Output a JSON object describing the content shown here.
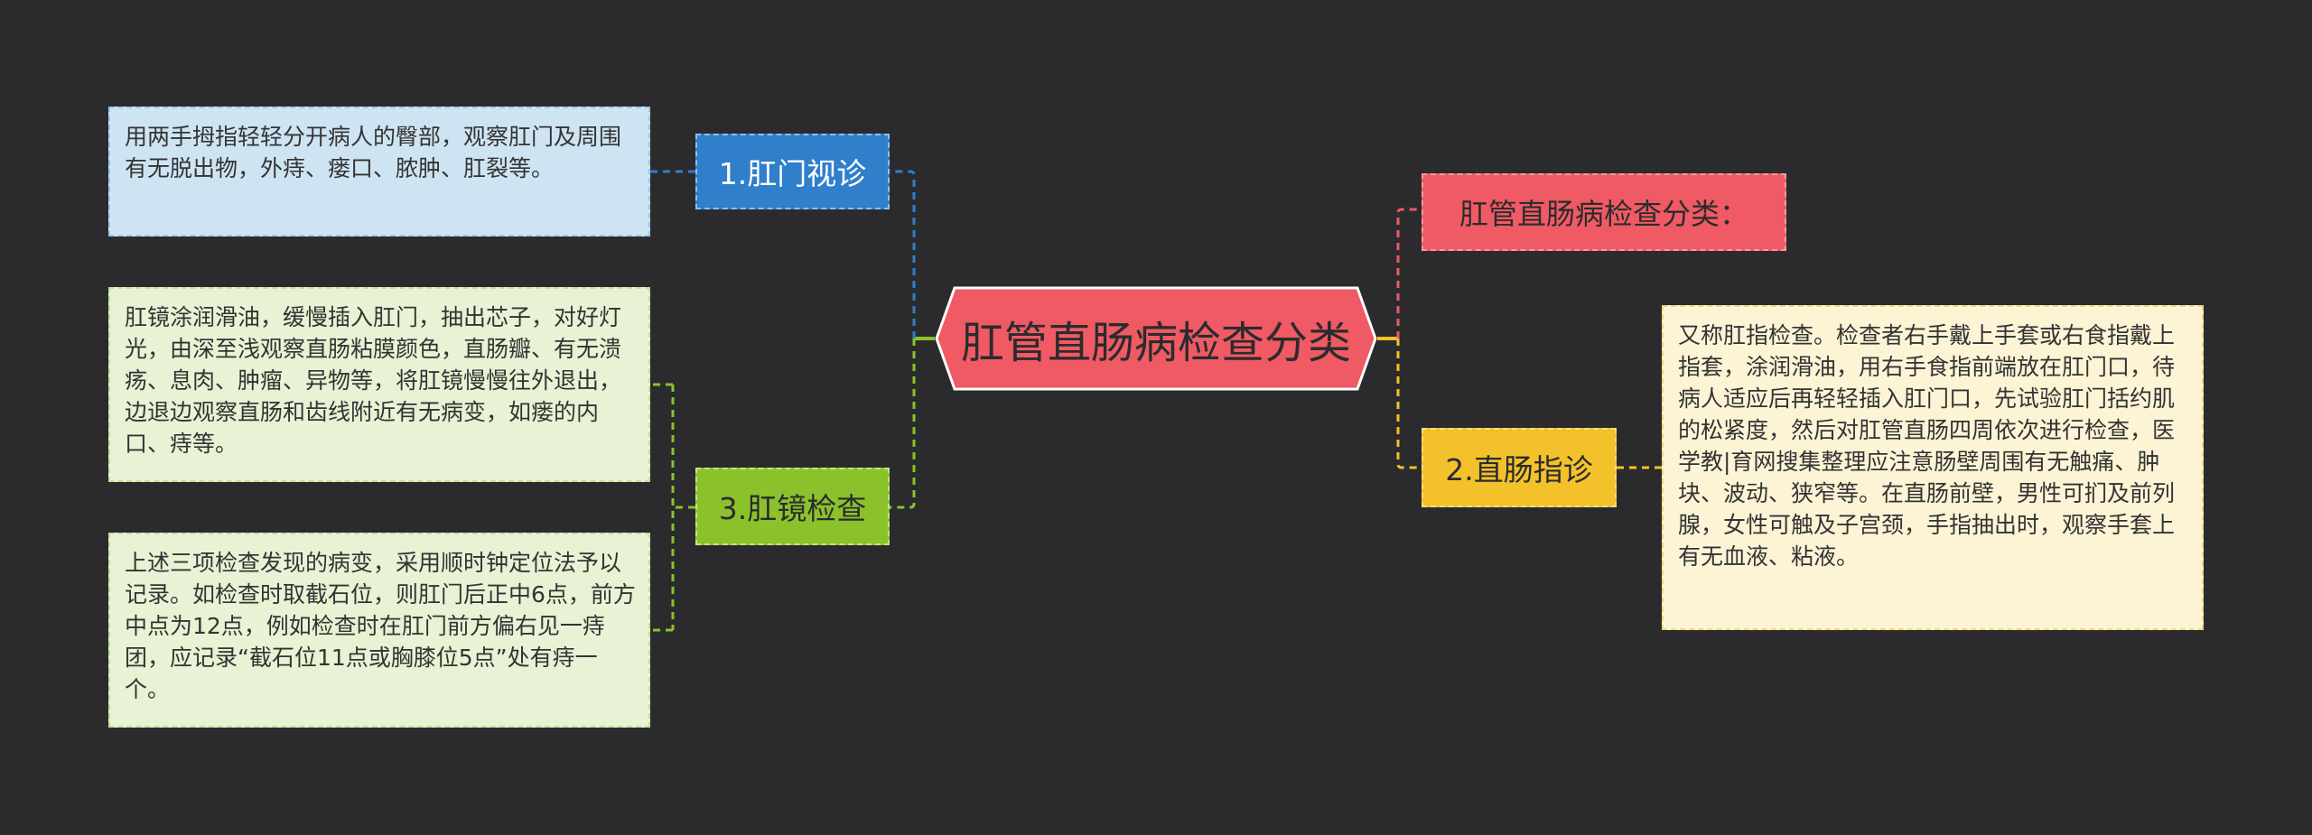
{
  "colors": {
    "background": "#2b2b2d",
    "center": "#ef5a64",
    "blue": "#2f7fca",
    "green": "#8bc22c",
    "yellow": "#f3c12a",
    "red": "#ef5a64",
    "blue_leaf": "#cfe4f3",
    "green_leaf": "#e7f3d4",
    "yellow_leaf": "#fdf4d6"
  },
  "center": {
    "label": "肛管直肠病检查分类"
  },
  "branches": {
    "anal_visual": {
      "label": "1.肛门视诊",
      "note": "用两手拇指轻轻分开病人的臀部，观察肛门及周围有无脱出物，外痔、瘘口、脓肿、肛裂等。"
    },
    "anoscope": {
      "label": "3.肛镜检查",
      "note_1": "肛镜涂润滑油，缓慢插入肛门，抽出芯子，对好灯光，由深至浅观察直肠粘膜颜色，直肠瓣、有无溃疡、息肉、肿瘤、异物等，将肛镜慢慢往外退出，边退边观察直肠和齿线附近有无病变，如瘘的内口、痔等。",
      "note_2": "上述三项检查发现的病变，采用顺时钟定位法予以记录。如检查时取截石位，则肛门后正中6点，前方中点为12点，例如检查时在肛门前方偏右见一痔团，应记录“截石位11点或胸膝位5点”处有痔一个。"
    },
    "category_title": {
      "label": "肛管直肠病检查分类："
    },
    "rectal_digital": {
      "label": "2.直肠指诊",
      "note": "又称肛指检查。检查者右手戴上手套或右食指戴上指套，涂润滑油，用右手食指前端放在肛门口，待病人适应后再轻轻插入肛门口，先试验肛门括约肌的松紧度，然后对肛管直肠四周依次进行检查，医学教|育网搜集整理应注意肠壁周围有无触痛、肿块、波动、狭窄等。在直肠前壁，男性可扪及前列腺，女性可触及子宫颈，手指抽出时，观察手套上有无血液、粘液。"
    }
  }
}
